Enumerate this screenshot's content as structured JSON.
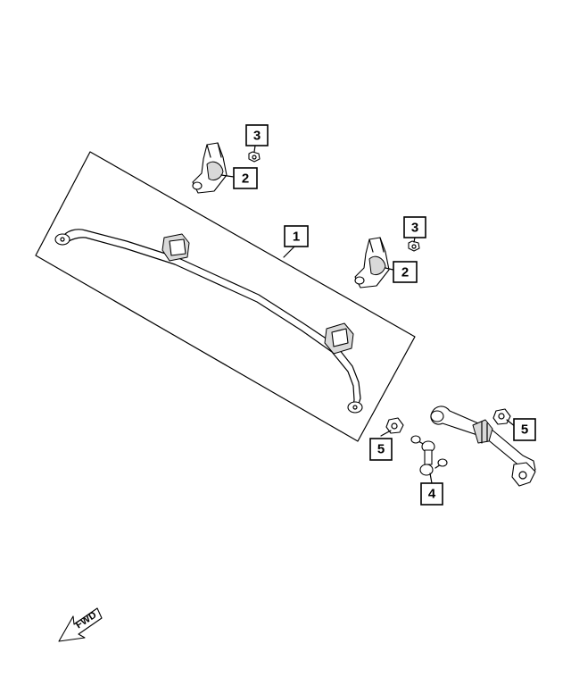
{
  "callouts": [
    {
      "id": "callout-1",
      "label": "1"
    },
    {
      "id": "callout-2a",
      "label": "2"
    },
    {
      "id": "callout-2b",
      "label": "2"
    },
    {
      "id": "callout-3a",
      "label": "3"
    },
    {
      "id": "callout-3b",
      "label": "3"
    },
    {
      "id": "callout-4",
      "label": "4"
    },
    {
      "id": "callout-5a",
      "label": "5"
    },
    {
      "id": "callout-5b",
      "label": "5"
    }
  ],
  "direction_arrow": {
    "label": "FWD"
  }
}
